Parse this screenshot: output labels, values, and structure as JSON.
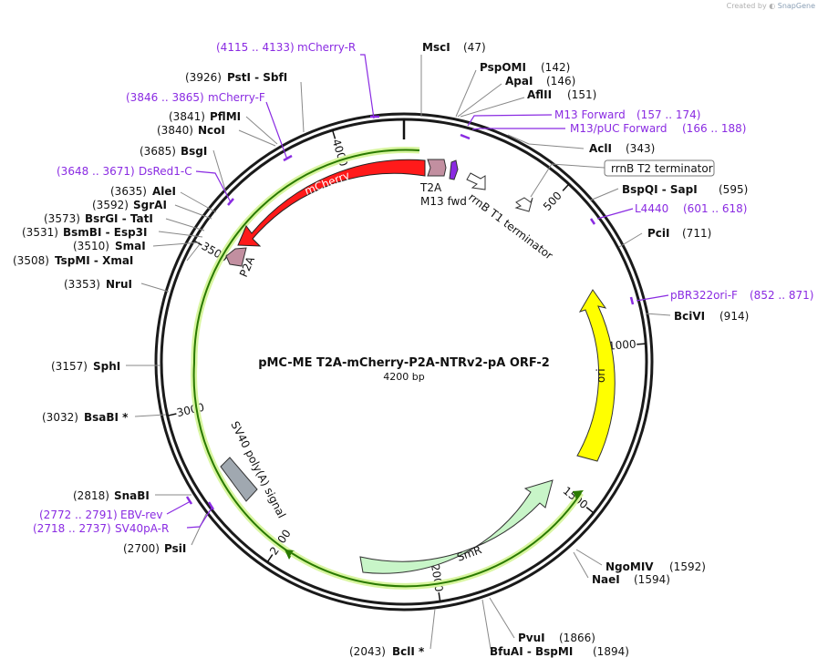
{
  "credit": {
    "prefix": "Created by",
    "brand": "SnapGene"
  },
  "plasmid": {
    "name": "pMC-ME T2A-mCherry-P2A-NTRv2-pA ORF-2",
    "length_label": "4200 bp",
    "length": 4200
  },
  "ticks": [
    {
      "pos": 500,
      "label": "500"
    },
    {
      "pos": 1000,
      "label": "1000"
    },
    {
      "pos": 1500,
      "label": "1500"
    },
    {
      "pos": 2000,
      "label": "2000"
    },
    {
      "pos": 2500,
      "label": "2500"
    },
    {
      "pos": 3000,
      "label": "3000"
    },
    {
      "pos": 3500,
      "label": "3500"
    },
    {
      "pos": 4000,
      "label": "4000"
    }
  ],
  "sites": [
    {
      "name": "MscI",
      "pos": "(47)"
    },
    {
      "name": "PspOMI",
      "pos": "(142)"
    },
    {
      "name": "ApaI",
      "pos": "(146)"
    },
    {
      "name": "AflII",
      "pos": "(151)"
    },
    {
      "name": "AclI",
      "pos": "(343)"
    },
    {
      "name": "BspQI  -  SapI",
      "pos": "(595)"
    },
    {
      "name": "PciI",
      "pos": "(711)"
    },
    {
      "name": "BciVI",
      "pos": "(914)"
    },
    {
      "name": "NgoMIV",
      "pos": "(1592)"
    },
    {
      "name": "NaeI",
      "pos": "(1594)"
    },
    {
      "name": "PvuI",
      "pos": "(1866)"
    },
    {
      "name": "BfuAI  -  BspMI",
      "pos": "(1894)"
    },
    {
      "name": "BclI *",
      "pos": "(2043)"
    },
    {
      "name": "PsiI",
      "pos": "(2700)"
    },
    {
      "name": "SnaBI",
      "pos": "(2818)"
    },
    {
      "name": "BsaBI *",
      "pos": "(3032)"
    },
    {
      "name": "SphI",
      "pos": "(3157)"
    },
    {
      "name": "NruI",
      "pos": "(3353)"
    },
    {
      "name": "TspMI  -  XmaI",
      "pos": "(3508)"
    },
    {
      "name": "SmaI",
      "pos": "(3510)"
    },
    {
      "name": "BsmBI  -  Esp3I",
      "pos": "(3531)"
    },
    {
      "name": "BsrGI  -  TatI",
      "pos": "(3573)"
    },
    {
      "name": "SgrAI",
      "pos": "(3592)"
    },
    {
      "name": "AleI",
      "pos": "(3635)"
    },
    {
      "name": "BsgI",
      "pos": "(3685)"
    },
    {
      "name": "NcoI",
      "pos": "(3840)"
    },
    {
      "name": "PflMI",
      "pos": "(3841)"
    },
    {
      "name": "PstI  -  SbfI",
      "pos": "(3926)"
    }
  ],
  "primers": [
    {
      "name": "mCherry-R",
      "range": "(4115 .. 4133)"
    },
    {
      "name": "mCherry-F",
      "range": "(3846 .. 3865)"
    },
    {
      "name": "DsRed1-C",
      "range": "(3648 .. 3671)"
    },
    {
      "name": "M13 Forward",
      "range": "(157 .. 174)"
    },
    {
      "name": "M13/pUC Forward",
      "range": "(166 .. 188)"
    },
    {
      "name": "L4440",
      "range": "(601 .. 618)"
    },
    {
      "name": "pBR322ori-F",
      "range": "(852 .. 871)"
    },
    {
      "name": "EBV-rev",
      "range": "(2772 .. 2791)"
    },
    {
      "name": "SV40pA-R",
      "range": "(2718 .. 2737)"
    }
  ],
  "features": [
    {
      "name": "mCherry",
      "color": "#ff1a1a"
    },
    {
      "name": "T2A",
      "color": "#c28fa0"
    },
    {
      "name": "P2A",
      "color": "#c28fa0"
    },
    {
      "name": "M13 fwd",
      "color": "#8b2be2"
    },
    {
      "name": "rrnB T1 terminator",
      "color": "#ffffff"
    },
    {
      "name": "rrnB T2 terminator",
      "color": "#ffffff"
    },
    {
      "name": "ori",
      "color": "#ffff00"
    },
    {
      "name": "SmR",
      "color": "#c8f5c8"
    },
    {
      "name": "SV40 poly(A) signal",
      "color": "#a0a8b0"
    }
  ],
  "colors": {
    "primer": "#8a2be2",
    "orf_arc": "#2a7a00",
    "orf_glow": "#d8f5a0"
  }
}
